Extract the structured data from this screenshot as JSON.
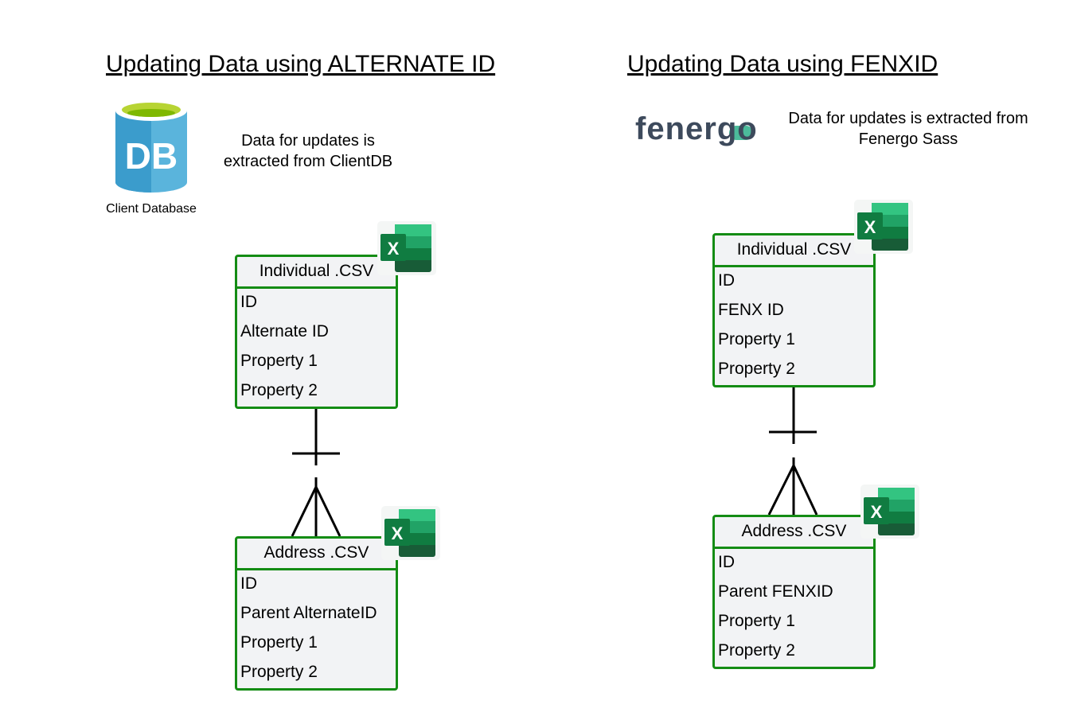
{
  "left": {
    "title": "Updating Data using ALTERNATE ID",
    "note": "Data for updates is extracted from ClientDB",
    "icon_label": "Client Database",
    "icon_text": "DB",
    "individual": {
      "header": "Individual .CSV",
      "rows": [
        "ID",
        "Alternate ID",
        "Property 1",
        "Property 2"
      ]
    },
    "address": {
      "header": "Address .CSV",
      "rows": [
        "ID",
        "Parent AlternateID",
        "Property 1",
        "Property 2"
      ]
    }
  },
  "right": {
    "title": "Updating Data using FENXID",
    "note": "Data for updates is extracted from Fenergo Sass",
    "logo_text": "fenergo",
    "individual": {
      "header": "Individual .CSV",
      "rows": [
        "ID",
        "FENX ID",
        "Property 1",
        "Property 2"
      ]
    },
    "address": {
      "header": "Address .CSV",
      "rows": [
        "ID",
        "Parent FENXID",
        "Property 1",
        "Property 2"
      ]
    }
  },
  "colors": {
    "border": "#148c14",
    "excel": "#107c41",
    "db": "#3b9ccc",
    "fenergo": "#3d4a5c",
    "fenergo_accent": "#4cbb9b"
  }
}
